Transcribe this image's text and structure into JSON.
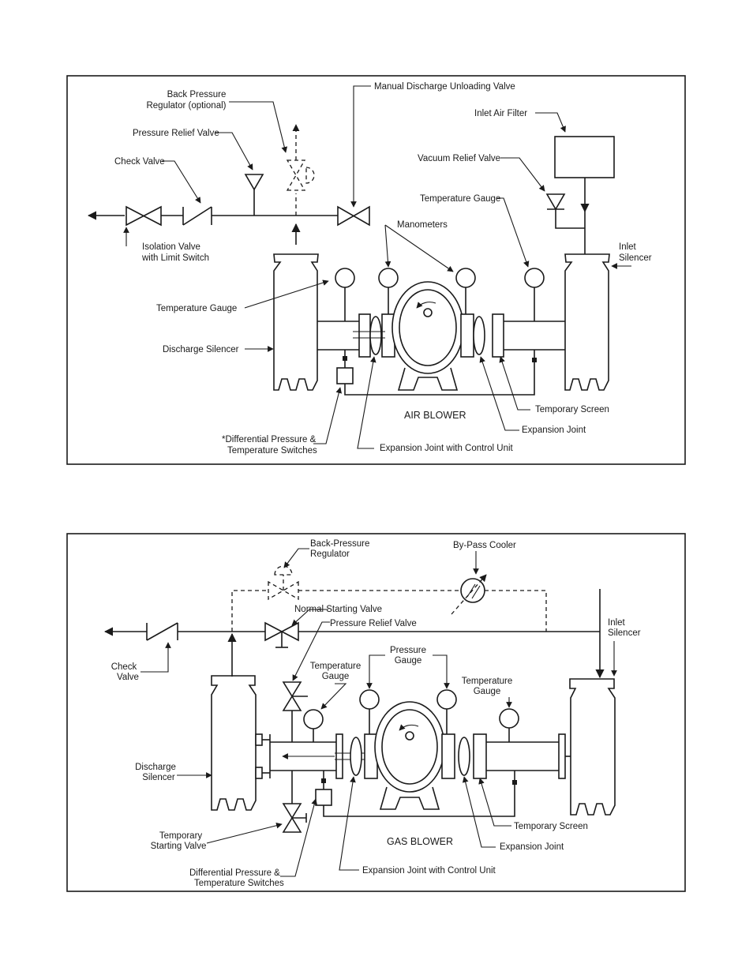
{
  "air_diagram": {
    "title": "AIR BLOWER",
    "labels": {
      "back_pressure_regulator_1": "Back Pressure",
      "back_pressure_regulator_2": "Regulator (optional)",
      "manual_discharge_unloading_valve": "Manual Discharge Unloading Valve",
      "pressure_relief_valve": "Pressure Relief Valve",
      "check_valve": "Check Valve",
      "inlet_air_filter": "Inlet Air Filter",
      "vacuum_relief_valve": "Vacuum Relief Valve",
      "temperature_gauge_top": "Temperature Gauge",
      "manometers": "Manometers",
      "isolation_valve_1": "Isolation Valve",
      "isolation_valve_2": "with Limit Switch",
      "inlet_silencer_1": "Inlet",
      "inlet_silencer_2": "Silencer",
      "temperature_gauge_left": "Temperature Gauge",
      "discharge_silencer": "Discharge Silencer",
      "temporary_screen": "Temporary Screen",
      "expansion_joint": "Expansion Joint",
      "diff_switches_1": "*Differential Pressure &",
      "diff_switches_2": "Temperature Switches",
      "expansion_joint_control": "Expansion Joint with Control Unit"
    }
  },
  "gas_diagram": {
    "title": "GAS BLOWER",
    "labels": {
      "back_pressure_regulator_1": "Back-Pressure",
      "back_pressure_regulator_2": "Regulator",
      "bypass_cooler": "By-Pass Cooler",
      "normal_starting_valve": "Normal Starting Valve",
      "pressure_relief_valve": "Pressure Relief Valve",
      "check_valve_1": "Check",
      "check_valve_2": "Valve",
      "inlet_silencer_1": "Inlet",
      "inlet_silencer_2": "Silencer",
      "pressure_gauge_1": "Pressure",
      "pressure_gauge_2": "Gauge",
      "temperature_gauge_left_1": "Temperature",
      "temperature_gauge_left_2": "Gauge",
      "temperature_gauge_right_1": "Temperature",
      "temperature_gauge_right_2": "Gauge",
      "discharge_silencer_1": "Discharge",
      "discharge_silencer_2": "Silencer",
      "temporary_starting_valve_1": "Temporary",
      "temporary_starting_valve_2": "Starting Valve",
      "temporary_screen": "Temporary Screen",
      "expansion_joint": "Expansion Joint",
      "diff_switches_1": "Differential Pressure &",
      "diff_switches_2": "Temperature Switches",
      "expansion_joint_control": "Expansion Joint with Control Unit"
    }
  }
}
